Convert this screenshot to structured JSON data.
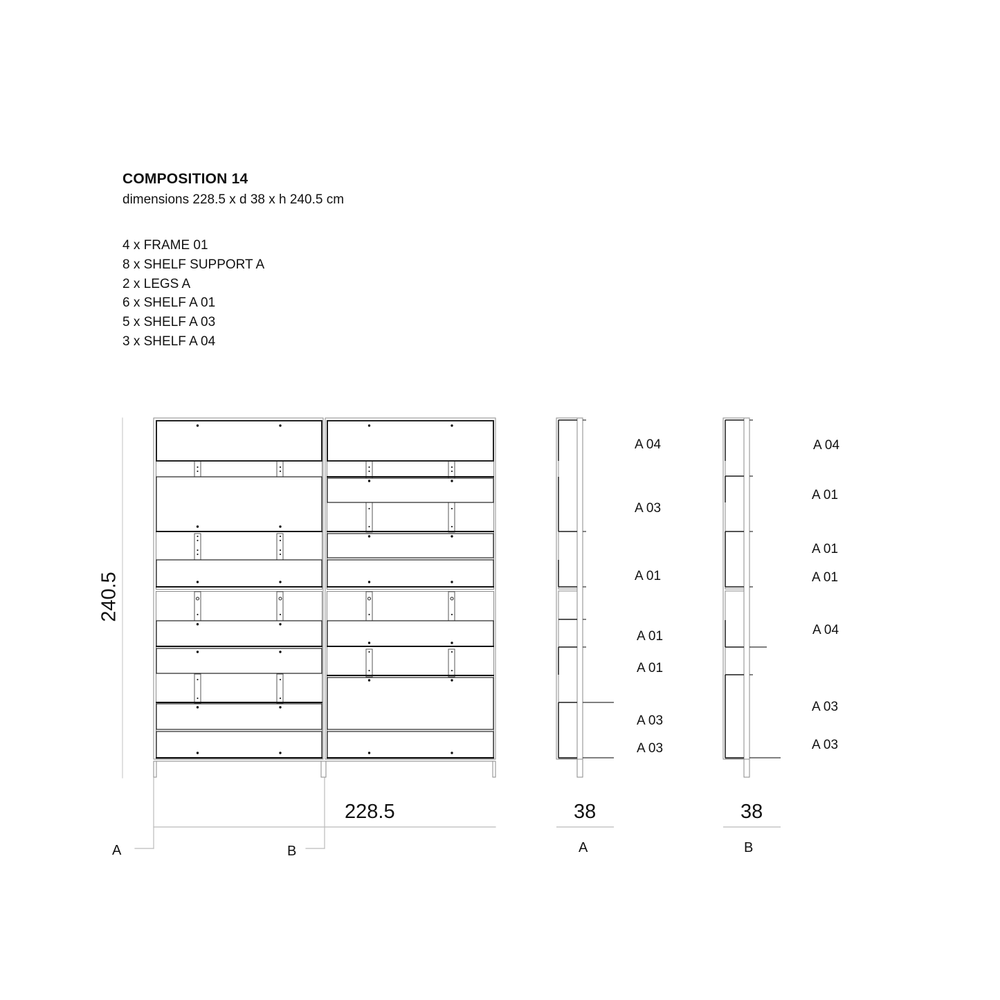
{
  "header": {
    "title": "COMPOSITION 14",
    "dimensions": "dimensions 228.5 x d 38 x h 240.5 cm"
  },
  "parts_list": [
    {
      "qty": "4 x",
      "name": "FRAME 01",
      "label": "4 x FRAME 01"
    },
    {
      "qty": "8 x",
      "name": "SHELF SUPPORT A",
      "label": "8 x SHELF SUPPORT A"
    },
    {
      "qty": "2 x",
      "name": "LEGS A",
      "label": "2 x LEGS A"
    },
    {
      "qty": "6 x",
      "name": "SHELF A 01",
      "label": "6 x SHELF A 01"
    },
    {
      "qty": "5 x",
      "name": "SHELF A 03",
      "label": "5 x SHELF A 03"
    },
    {
      "qty": "3 x",
      "name": "SHELF A 04",
      "label": "3 x SHELF A 04"
    }
  ],
  "front_view": {
    "height_dim": "240.5",
    "width_dim": "228.5",
    "section_markers": [
      "A",
      "B"
    ]
  },
  "side_view_a": {
    "depth_dim": "38",
    "section_label": "A",
    "shelf_labels": [
      "A 04",
      "A 03",
      "A 01",
      "A 01",
      "A 01",
      "A 03",
      "A 03"
    ]
  },
  "side_view_b": {
    "depth_dim": "38",
    "section_label": "B",
    "shelf_labels": [
      "A 04",
      "A 01",
      "A 01",
      "A 01",
      "A 04",
      "A 03",
      "A 03"
    ]
  },
  "colors": {
    "line_dark": "#1a1a1a",
    "line_mid": "#666666",
    "line_light": "#bbbbbb",
    "background": "#ffffff"
  }
}
